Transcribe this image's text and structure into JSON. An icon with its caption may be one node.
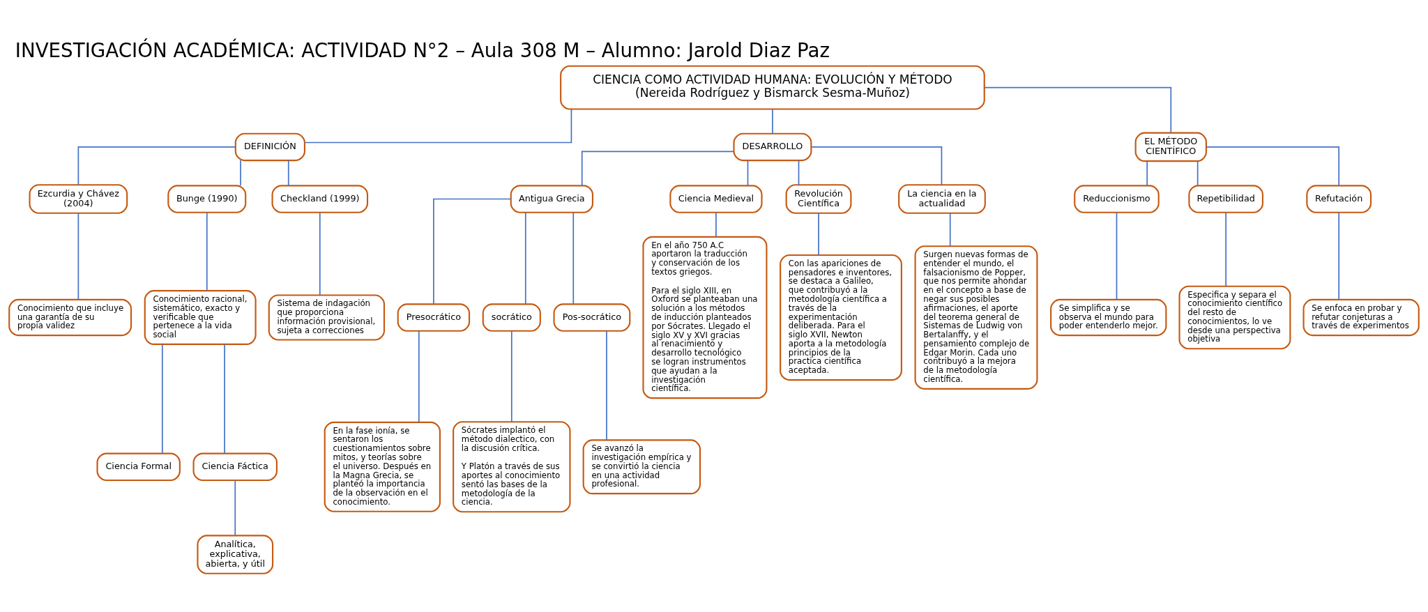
{
  "diagram": {
    "title": "INVESTIGACIÓN ACADÉMICA: ACTIVIDAD N°2 – Aula 308 M – Alumno: Jarold Diaz Paz",
    "nodes": [
      {
        "text": [
          "CIENCIA COMO ACTIVIDAD HUMANA: EVOLUCIÓN Y MÉTODO",
          "(Nereida Rodríguez y Bismarck Sesma-Muñoz)"
        ]
      },
      {
        "text": [
          "DEFINICIÓN"
        ]
      },
      {
        "text": [
          "DESARROLLO"
        ]
      },
      {
        "text": [
          "EL MÉTODO CIENTÍFICO"
        ]
      },
      {
        "text": [
          "Ezcurdia y Chávez (2004)"
        ]
      },
      {
        "text": [
          "Bunge (1990)"
        ]
      },
      {
        "text": [
          "Checkland (1999)"
        ]
      },
      {
        "text": [
          "Conocimiento que incluye una garantía de su propia validez"
        ]
      },
      {
        "text": [
          "Conocimiento racional, sistemático, exacto y verificable que pertenece a la vida social"
        ]
      },
      {
        "text": [
          "Sistema de indagación que proporciona información provisional, sujeta a correcciones"
        ]
      },
      {
        "text": [
          "Ciencia Formal"
        ]
      },
      {
        "text": [
          "Ciencia Fáctica"
        ]
      },
      {
        "text": [
          "Analítica, explicativa, abierta, y útil"
        ]
      },
      {
        "text": [
          "Antigua Grecia"
        ]
      },
      {
        "text": [
          "Ciencia Medieval"
        ]
      },
      {
        "text": [
          "Revolución Científica"
        ]
      },
      {
        "text": [
          "La ciencia en la actualidad"
        ]
      },
      {
        "text": [
          "Presocrático"
        ]
      },
      {
        "text": [
          "socrático"
        ]
      },
      {
        "text": [
          "Pos-socrático"
        ]
      },
      {
        "text": [
          "En la fase ionía, se sentaron los cuestionamientos sobre mitos, y teorías sobre el universo. Después en la Magna Grecia, se planteó la importancia de la observación en el conocimiento."
        ]
      },
      {
        "text": [
          "Sócrates implantó el método dialectico, con la discusión crítica.",
          "Y Platón a través de sus aportes al conocimiento sentó las bases de la metodología de la ciencia."
        ]
      },
      {
        "text": [
          "Se avanzó la investigación empírica y se convirtió la ciencia en una actividad profesional."
        ]
      },
      {
        "text": [
          "En el año 750 A.C aportaron la traducción y conservación de los textos griegos.",
          "Para el siglo XIII, en Oxford se planteaban una solución a los métodos de inducción planteados por Sócrates. Llegado el siglo XV y XVI gracias al renacimiento y desarrollo tecnológico se logran instrumentos que ayudan a la investigación científica."
        ]
      },
      {
        "text": [
          "Con las apariciones de pensadores e inventores, se destaca a Galileo, que contribuyó a la metodología científica a través de la experimentación deliberada. Para el siglo XVII, Newton aporta a la metodología principios de la practica científica aceptada."
        ]
      },
      {
        "text": [
          "Surgen nuevas formas de entender el mundo, el falsacionismo de Popper, que nos permite ahondar en el concepto a base de negar sus posibles afirmaciones, el aporte del teorema general de Sistemas de Ludwig von Bertalanffy, y el pensamiento complejo de Edgar Morin. Cada uno contribuyó a la mejora de la metodología científica."
        ]
      },
      {
        "text": [
          "Reduccionismo"
        ]
      },
      {
        "text": [
          "Repetibilidad"
        ]
      },
      {
        "text": [
          "Refutación"
        ]
      },
      {
        "text": [
          "Se simplifica y se observa el mundo para poder entenderlo mejor."
        ]
      },
      {
        "text": [
          "Especifica y separa el conocimiento científico del resto de conocimientos, lo ve desde una perspectiva objetiva"
        ]
      },
      {
        "text": [
          "Se enfoca en probar y refutar conjeturas a través de experimentos"
        ]
      }
    ],
    "edges": [
      {
        "from": 0,
        "to": 1,
        "arrow": "none"
      },
      {
        "from": 0,
        "to": 2,
        "arrow": "none"
      },
      {
        "from": 0,
        "to": 3,
        "arrow": "none"
      },
      {
        "from": 1,
        "to": 4,
        "arrow": "none"
      },
      {
        "from": 1,
        "to": 5,
        "arrow": "none"
      },
      {
        "from": 1,
        "to": 6,
        "arrow": "none"
      },
      {
        "from": 4,
        "to": 7,
        "arrow": "none"
      },
      {
        "from": 5,
        "to": 8,
        "arrow": "none"
      },
      {
        "from": 6,
        "to": 9,
        "arrow": "none"
      },
      {
        "from": 8,
        "to": 10,
        "arrow": "none"
      },
      {
        "from": 8,
        "to": 11,
        "arrow": "none"
      },
      {
        "from": 11,
        "to": 12,
        "arrow": "none"
      },
      {
        "from": 2,
        "to": 13,
        "arrow": "none"
      },
      {
        "from": 2,
        "to": 14,
        "arrow": "none"
      },
      {
        "from": 2,
        "to": 15,
        "arrow": "none"
      },
      {
        "from": 2,
        "to": 16,
        "arrow": "none"
      },
      {
        "from": 13,
        "to": 17,
        "arrow": "none"
      },
      {
        "from": 13,
        "to": 18,
        "arrow": "none"
      },
      {
        "from": 13,
        "to": 19,
        "arrow": "none"
      },
      {
        "from": 17,
        "to": 20,
        "arrow": "none"
      },
      {
        "from": 18,
        "to": 21,
        "arrow": "none"
      },
      {
        "from": 19,
        "to": 22,
        "arrow": "none"
      },
      {
        "from": 14,
        "to": 23,
        "arrow": "none"
      },
      {
        "from": 15,
        "to": 24,
        "arrow": "none"
      },
      {
        "from": 16,
        "to": 25,
        "arrow": "none"
      },
      {
        "from": 3,
        "to": 26,
        "arrow": "none"
      },
      {
        "from": 3,
        "to": 27,
        "arrow": "none"
      },
      {
        "from": 3,
        "to": 28,
        "arrow": "none"
      },
      {
        "from": 26,
        "to": 29,
        "arrow": "none"
      },
      {
        "from": 27,
        "to": 30,
        "arrow": "none"
      },
      {
        "from": 28,
        "to": 31,
        "arrow": "none"
      }
    ]
  }
}
